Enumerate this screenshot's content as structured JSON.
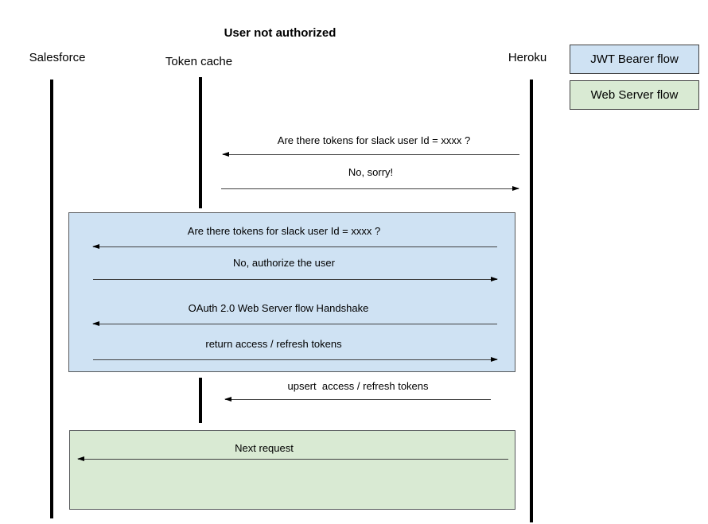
{
  "title": "User not authorized",
  "participants": [
    {
      "name": "Salesforce"
    },
    {
      "name": "Token cache"
    },
    {
      "name": "Heroku"
    }
  ],
  "legend": [
    {
      "label": "JWT Bearer flow",
      "color": "#cfe2f3"
    },
    {
      "label": "Web Server flow",
      "color": "#d9ead3"
    }
  ],
  "groups": [
    {
      "flow": "JWT Bearer flow",
      "color": "#cfe2f3"
    },
    {
      "flow": "Web Server flow",
      "color": "#d9ead3"
    }
  ],
  "messages": [
    {
      "text": "Are there tokens for slack user Id = xxxx ?",
      "direction": "left",
      "from": "Heroku",
      "to": "Token cache"
    },
    {
      "text": "No, sorry!",
      "direction": "right",
      "from": "Token cache",
      "to": "Heroku"
    },
    {
      "text": "Are there tokens for slack user Id = xxxx ?",
      "direction": "left",
      "from": "Heroku",
      "to": "Salesforce"
    },
    {
      "text": "No, authorize the user",
      "direction": "right",
      "from": "Salesforce",
      "to": "Heroku"
    },
    {
      "text": "OAuth 2.0 Web Server flow Handshake",
      "direction": "left",
      "from": "Heroku",
      "to": "Salesforce"
    },
    {
      "text": "return access / refresh tokens",
      "direction": "right",
      "from": "Salesforce",
      "to": "Heroku"
    },
    {
      "text": "upsert  access / refresh tokens",
      "direction": "left",
      "from": "Heroku",
      "to": "Token cache"
    },
    {
      "text": "Next request",
      "direction": "left",
      "from": "Heroku",
      "to": "Salesforce"
    }
  ]
}
